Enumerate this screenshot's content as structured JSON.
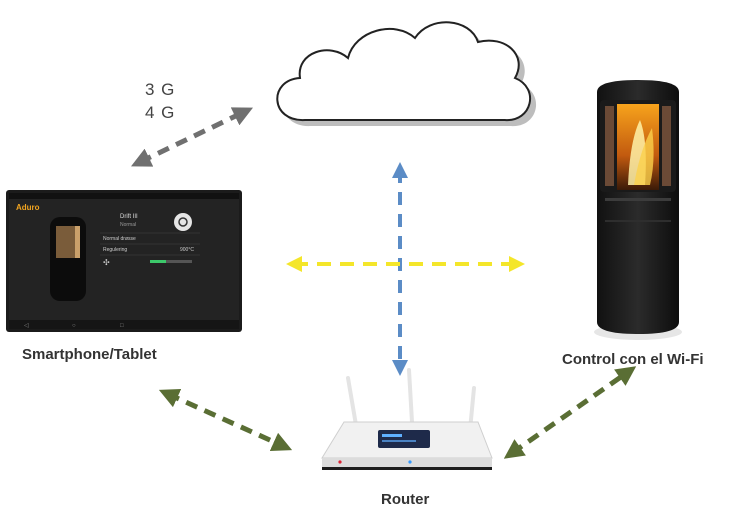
{
  "diagram": {
    "network_labels": [
      "3 G",
      "4 G"
    ],
    "device_label": "Smartphone/Tablet",
    "stove_label": "Control con el Wi-Fi",
    "router_label": "Router",
    "app_screen": {
      "brand": "Aduro",
      "stove_name": "Drift III",
      "mode": "Normal",
      "row1": "Normal drøsse",
      "row2": "Regulering",
      "row2_value": "900°C"
    },
    "colors": {
      "cloud_link": "#5b8cc6",
      "wifi_link": "#f4e62a",
      "device_link": "#5a6e34",
      "mobile_link": "#707070"
    }
  }
}
